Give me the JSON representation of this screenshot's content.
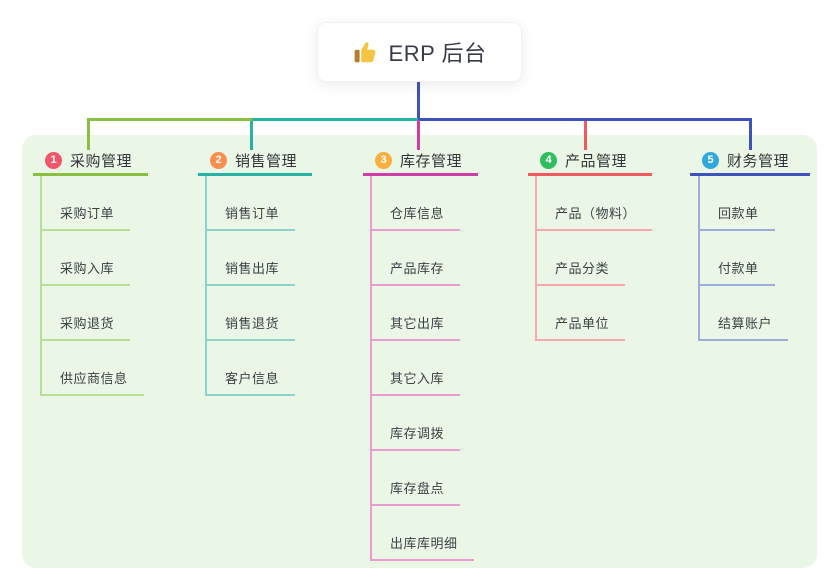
{
  "root": {
    "title": "ERP 后台",
    "icon": "thumbs-up-icon"
  },
  "colors": {
    "panel_bg": "#eaf6e6",
    "root_connector": "#3e52bd"
  },
  "branches": [
    {
      "badge": "1",
      "title": "采购管理",
      "color": "#89c042",
      "light": "#b9dc97",
      "badge_color": "#f0566a",
      "children": [
        "采购订单",
        "采购入库",
        "采购退货",
        "供应商信息"
      ]
    },
    {
      "badge": "2",
      "title": "销售管理",
      "color": "#26b3a6",
      "light": "#8ad5cb",
      "badge_color": "#fb8d4d",
      "children": [
        "销售订单",
        "销售出库",
        "销售退货",
        "客户信息"
      ]
    },
    {
      "badge": "3",
      "title": "库存管理",
      "color": "#d23ca6",
      "light": "#e99bd2",
      "badge_color": "#f9ae3d",
      "children": [
        "仓库信息",
        "产品库存",
        "其它出库",
        "其它入库",
        "库存调拨",
        "库存盘点",
        "出库库明细"
      ]
    },
    {
      "badge": "4",
      "title": "产品管理",
      "color": "#f2595f",
      "light": "#f8a7aa",
      "badge_color": "#2fbd60",
      "children": [
        "产品（物料）",
        "产品分类",
        "产品单位"
      ]
    },
    {
      "badge": "5",
      "title": "财务管理",
      "color": "#3e52bd",
      "light": "#9dabdf",
      "badge_color": "#30a8dd",
      "children": [
        "回款单",
        "付款单",
        "结算账户"
      ]
    }
  ]
}
